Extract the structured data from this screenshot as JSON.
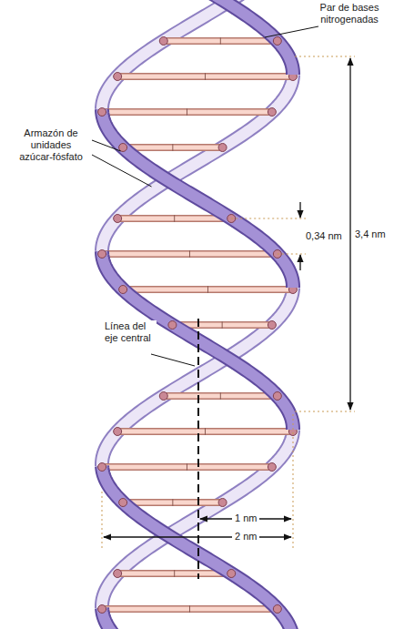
{
  "diagram": {
    "labels": [
      "Par de bases nitrogenadas",
      "Armazón de unidades azúcar-fósfato",
      "0,34 nm",
      "3,4 nm",
      "Línea del eje central",
      "1 nm",
      "2 nm"
    ]
  }
}
